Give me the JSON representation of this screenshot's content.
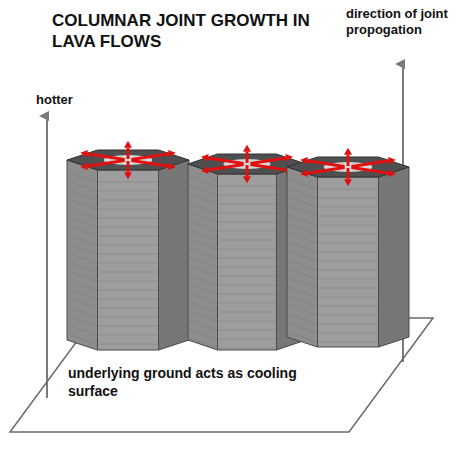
{
  "diagram": {
    "title": "COLUMNAR JOINT GROWTH IN LAVA FLOWS",
    "nodes": [
      {
        "text": [
          "underlying ground acts as cooling surface"
        ]
      }
    ],
    "labels": [
      "hotter",
      "direction of joint propogation"
    ]
  }
}
